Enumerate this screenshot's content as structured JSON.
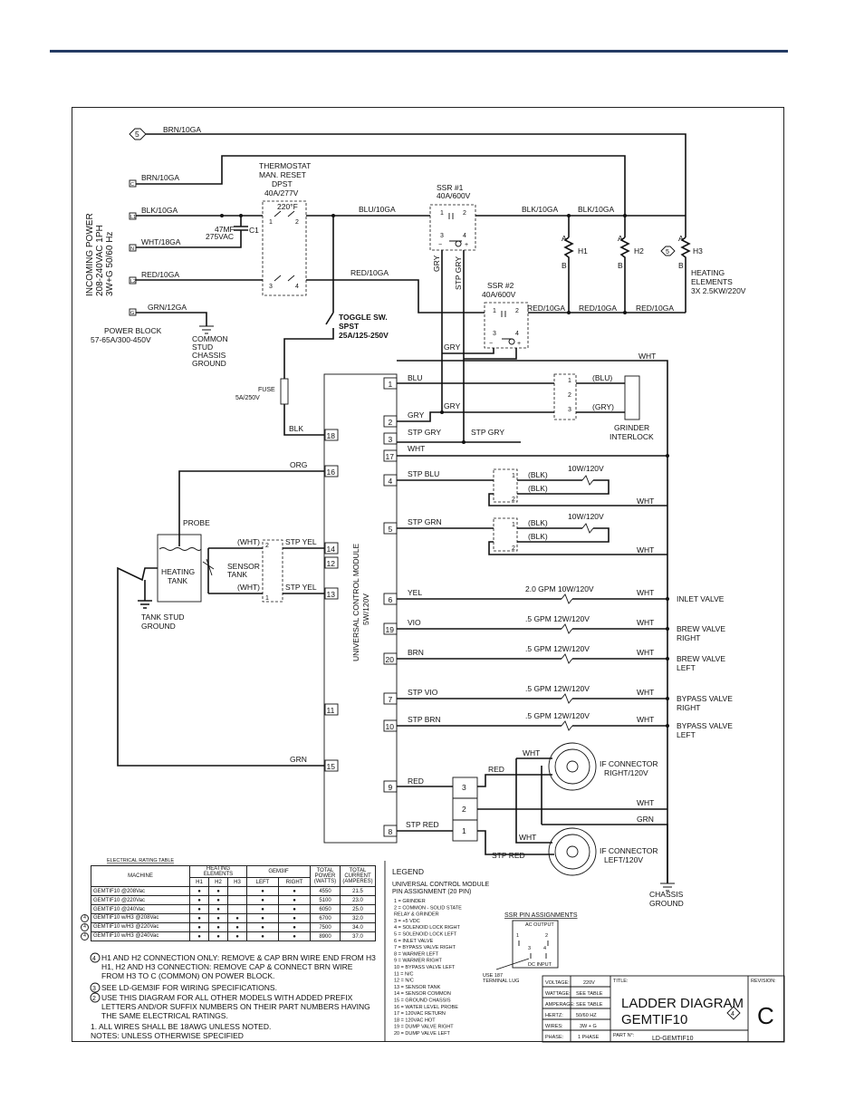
{
  "page": {
    "top_rule_color": "#233a63"
  },
  "incoming_power": [
    "INCOMING POWER",
    "208-240VAC 1PH",
    "3W+G 50/60 Hz"
  ],
  "terminals": {
    "five": "5",
    "c": "C",
    "l1": "L1",
    "n": "N",
    "l2": "L2",
    "g": "G"
  },
  "wires": {
    "brn_top": "BRN/10GA",
    "brn_c": "BRN/10GA",
    "blk_l1": "BLK/10GA",
    "wht_n": "WHT/18GA",
    "red_l2": "RED/10GA",
    "grn_g": "GRN/12GA",
    "blu": "BLU/10GA",
    "blk1": "BLK/10GA",
    "blk2": "BLK/10GA",
    "red_mid": "RED/10GA",
    "red_ssr2": "RED/10GA",
    "red2": "RED/10GA",
    "red3": "RED/10GA",
    "gry1": "GRY",
    "gry2": "STP GRY",
    "gry3": "GRY",
    "wht_top": "WHT",
    "blk_fuse": "BLK",
    "org": "ORG",
    "grn_module": "GRN"
  },
  "thermostat": {
    "title": [
      "THERMOSTAT",
      "MAN. RESET",
      "DPST",
      "40A/277V"
    ],
    "temp": "220°F",
    "pins_top": [
      "1",
      "2"
    ],
    "pins_bottom": [
      "3",
      "4"
    ]
  },
  "capacitor": {
    "label": [
      "47MF",
      "275VAC"
    ],
    "ref": "C1"
  },
  "ssr1": {
    "title": [
      "SSR #1",
      "40A/600V"
    ],
    "pins": [
      "1",
      "2",
      "3",
      "4"
    ],
    "minus": "−",
    "plus": "+"
  },
  "ssr2": {
    "title": [
      "SSR #2",
      "40A/600V"
    ],
    "pins": [
      "1",
      "2",
      "3",
      "4"
    ],
    "minus": "−",
    "plus": "+"
  },
  "heaters": {
    "labels": [
      "H1",
      "H2",
      "H3"
    ],
    "a": "A",
    "b": "B",
    "five": "5",
    "note": [
      "HEATING",
      "ELEMENTS",
      "3X 2.5KW/220V"
    ]
  },
  "power_block": {
    "label": [
      "POWER BLOCK",
      "57-65A/300-450V"
    ],
    "ground": [
      "COMMON",
      "STUD",
      "CHASSIS",
      "GROUND"
    ]
  },
  "toggle": {
    "label": [
      "TOGGLE SW.",
      "SPST",
      "25A/125-250V"
    ]
  },
  "fuse": {
    "label": [
      "FUSE",
      "5A/250V"
    ]
  },
  "module": {
    "label": [
      "UNIVERSAL CONTROL MODULE",
      "5W/120V"
    ],
    "pins": [
      "1",
      "2",
      "3",
      "17",
      "4",
      "5",
      "18",
      "16",
      "14",
      "12",
      "13",
      "6",
      "19",
      "20",
      "11",
      "7",
      "10",
      "15",
      "9",
      "8"
    ]
  },
  "rungs": [
    {
      "pin": "1",
      "wire": "BLU"
    },
    {
      "pin": "2",
      "wire": "GRY",
      "extra": "GRY"
    },
    {
      "pin": "3",
      "wire": "STP GRY",
      "extra": "STP GRY"
    },
    {
      "pin": "17",
      "wire": "WHT"
    },
    {
      "pin": "4",
      "wire": "STP BLU",
      "c1": "(BLK)",
      "c2": "(BLK)",
      "load": "10W/120V",
      "ret": "WHT"
    },
    {
      "pin": "5",
      "wire": "STP GRN",
      "c1": "(BLK)",
      "c2": "(BLK)",
      "load": "10W/120V",
      "ret": "WHT"
    },
    {
      "pin": "6",
      "wire": "YEL",
      "load": "2.0 GPM 10W/120V",
      "ret": "WHT",
      "name": "INLET VALVE"
    },
    {
      "pin": "19",
      "wire": "VIO",
      "load": ".5 GPM 12W/120V",
      "ret": "WHT",
      "name": "BREW VALVE RIGHT"
    },
    {
      "pin": "20",
      "wire": "BRN",
      "load": ".5 GPM 12W/120V",
      "ret": "WHT",
      "name": "BREW VALVE LEFT"
    },
    {
      "pin": "7",
      "wire": "STP VIO",
      "load": ".5 GPM 12W/120V",
      "ret": "WHT",
      "name": "BYPASS VALVE RIGHT"
    },
    {
      "pin": "10",
      "wire": "STP BRN",
      "load": ".5 GPM 12W/120V",
      "ret": "WHT",
      "name": "BYPASS VALVE LEFT"
    }
  ],
  "grinder": {
    "pins": [
      "1",
      "2",
      "3"
    ],
    "blu": "(BLU)",
    "gry": "(GRY)",
    "label": [
      "GRINDER",
      "INTERLOCK"
    ]
  },
  "tank": {
    "probe": "PROBE",
    "name": [
      "HEATING",
      "TANK"
    ],
    "ground": [
      "TANK STUD",
      "GROUND"
    ],
    "sensor": [
      "SENSOR",
      "TANK"
    ],
    "wht1": "(WHT)",
    "wht2": "(WHT)",
    "yel1": "STP YEL",
    "yel2": "STP YEL",
    "p2": "2",
    "p1": "1"
  },
  "connectors": {
    "block": [
      "3",
      "2",
      "1"
    ],
    "red": "RED",
    "red2": "RED",
    "stp_red": "STP RED",
    "stp_red2": "STP RED",
    "wht1": "WHT",
    "wht2": "WHT",
    "wht3": "WHT",
    "grn": "GRN",
    "right": [
      "IF CONNECTOR",
      "RIGHT/120V"
    ],
    "left": [
      "IF CONNECTOR",
      "LEFT/120V"
    ],
    "chassis": [
      "CHASSIS",
      "GROUND"
    ]
  },
  "rating_table": {
    "title": "ELECTRICAL RATING TABLE",
    "head_machine": "MACHINE",
    "head_heating": "HEATING ELEMENTS",
    "head_gem": "GEM3IF",
    "head_power": "TOTAL POWER (WATTS)",
    "head_current": "TOTAL CURRENT (AMPERES)",
    "sub": [
      "H1",
      "H2",
      "H3",
      "LEFT",
      "RIGHT"
    ],
    "rows": [
      {
        "machine": "GEMTIF10 @208Vac",
        "marks": [
          "●",
          "●",
          "",
          "●",
          "●"
        ],
        "power": "4550",
        "current": "21.5"
      },
      {
        "machine": "GEMTIF10 @220Vac",
        "marks": [
          "●",
          "●",
          "",
          "●",
          "●"
        ],
        "power": "5100",
        "current": "23.0"
      },
      {
        "machine": "GEMTIF10 @240Vac",
        "marks": [
          "●",
          "●",
          "",
          "●",
          "●"
        ],
        "power": "6050",
        "current": "25.0"
      },
      {
        "machine": "GEMTIF10 w/H3 @208Vac",
        "marks": [
          "●",
          "●",
          "●",
          "●",
          "●"
        ],
        "power": "6700",
        "current": "32.0"
      },
      {
        "machine": "GEMTIF10 w/H3 @220Vac",
        "marks": [
          "●",
          "●",
          "●",
          "●",
          "●"
        ],
        "power": "7500",
        "current": "34.0"
      },
      {
        "machine": "GEMTIF10 w/H3 @240Vac",
        "marks": [
          "●",
          "●",
          "●",
          "●",
          "●"
        ],
        "power": "8900",
        "current": "37.0"
      }
    ],
    "flag": "4"
  },
  "notes": {
    "n4": [
      "H1 AND H2 CONNECTION ONLY: REMOVE & CAP BRN WIRE END FROM H3",
      "H1, H2 AND H3 CONNECTION: REMOVE CAP & CONNECT BRN WIRE",
      "FROM H3 TO C (COMMON) ON POWER BLOCK."
    ],
    "n3": "SEE LD-GEM3IF FOR WIRING SPECIFICATIONS.",
    "n2": [
      "USE THIS DIAGRAM FOR ALL OTHER MODELS WITH ADDED PREFIX",
      "LETTERS AND/OR SUFFIX NUMBERS ON THEIR PART NUMBERS HAVING",
      "THE SAME ELECTRICAL RATINGS."
    ],
    "n1": "1. ALL WIRES SHALL BE 18AWG UNLESS NOTED.",
    "header": "NOTES: UNLESS OTHERWISE SPECIFIED",
    "flags": [
      "4",
      "3",
      "2"
    ]
  },
  "legend": {
    "title": "LEGEND",
    "subtitle": [
      "UNIVERSAL CONTROL MODULE",
      "PIN ASSIGNMENT (20 PIN)"
    ],
    "items": [
      "1  = GRINDER",
      "2  = COMMON - SOLID STATE",
      "       RELAY & GRINDER",
      "3  = +5 VDC",
      "4  = SOLENOID LOCK RIGHT",
      "5  = SOLENOID LOCK LEFT",
      "6  = INLET VALVE",
      "7  = BYPASS VALVE RIGHT",
      "8  = WARMER LEFT",
      "9  = WARMER RIGHT",
      "10 = BYPASS VALVE LEFT",
      "11 = N/C",
      "12 = N/C",
      "13 = SENSOR TANK",
      "14 = SENSOR COMMON",
      "15 = GROUND CHASSIS",
      "16 = WATER LEVEL PROBE",
      "17 = 120VAC RETURN",
      "18 = 120VAC HOT",
      "19 = DUMP VALVE RIGHT",
      "20 = DUMP VALVE LEFT"
    ]
  },
  "ssr_pins": {
    "title": "SSR PIN ASSIGNMENTS",
    "ac_output": "AC OUTPUT",
    "dc_input": "DC INPUT",
    "pins": [
      "1",
      "2",
      "3",
      "4"
    ],
    "lug": [
      "USE 187",
      "TERMINAL LUG"
    ]
  },
  "title_block": {
    "voltage_k": "VOLTAGE:",
    "voltage_v": "220V",
    "wattage_k": "WATTAGE:",
    "wattage_v": "SEE TABLE",
    "amperage_k": "AMPERAGE:",
    "amperage_v": "SEE TABLE",
    "hertz_k": "HERTZ:",
    "hertz_v": "50/60 HZ",
    "wires_k": "WIRES:",
    "wires_v": "3W + G",
    "phase_k": "PHASE:",
    "phase_v": "1 PHASE",
    "title_k": "TITLE:",
    "title1": "LADDER DIAGRAM",
    "title2": "GEMTIF10",
    "title_flag": "4",
    "part_k": "PART N°:",
    "part_v": "LD-GEMTIF10",
    "revision_k": "REVISION:",
    "revision_v": "C"
  }
}
